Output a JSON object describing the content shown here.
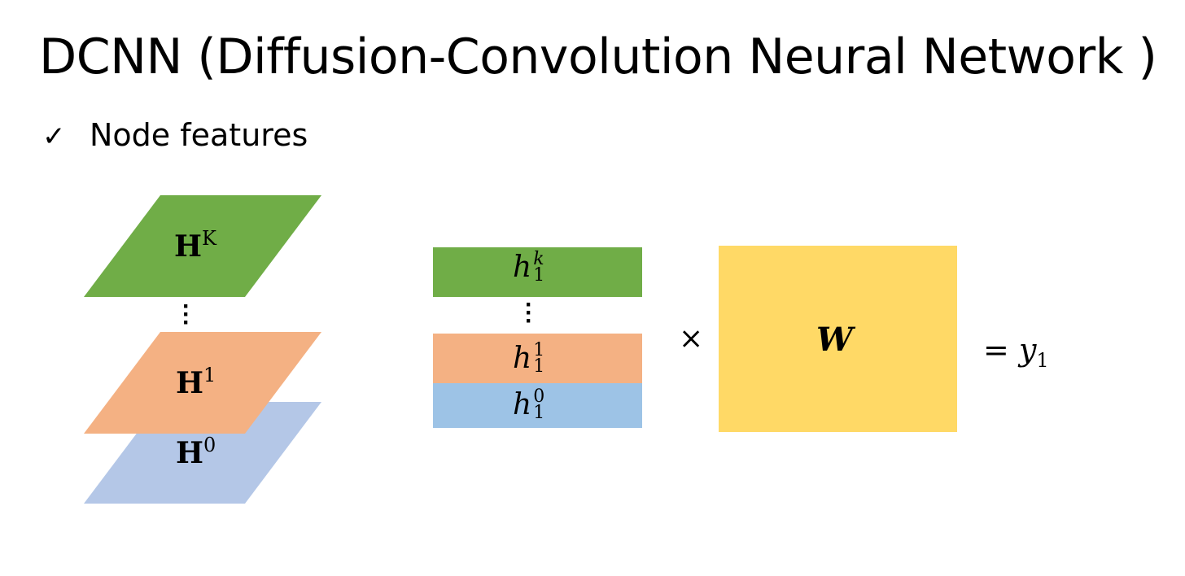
{
  "title": "DCNN (Diffusion-Convolution Neural Network )",
  "bullet": {
    "icon": "check-icon",
    "glyph": "✓",
    "text": "Node features"
  },
  "layers": [
    {
      "base": "H",
      "sup": "K",
      "color": "#70ad47"
    },
    {
      "base": "H",
      "sup": "1",
      "color": "#f4b183"
    },
    {
      "base": "H",
      "sup": "0",
      "color": "#b4c7e7"
    }
  ],
  "feature_rows": [
    {
      "base": "h",
      "sub": "1",
      "sup": "k",
      "color": "#70ad47"
    },
    {
      "base": "h",
      "sub": "1",
      "sup": "1",
      "color": "#f4b183"
    },
    {
      "base": "h",
      "sub": "1",
      "sup": "0",
      "color": "#9dc3e6"
    }
  ],
  "operator_times": "×",
  "weight": {
    "label": "W",
    "color": "#ffd966"
  },
  "result": {
    "equals": "=",
    "base": "y",
    "sub": "1"
  }
}
